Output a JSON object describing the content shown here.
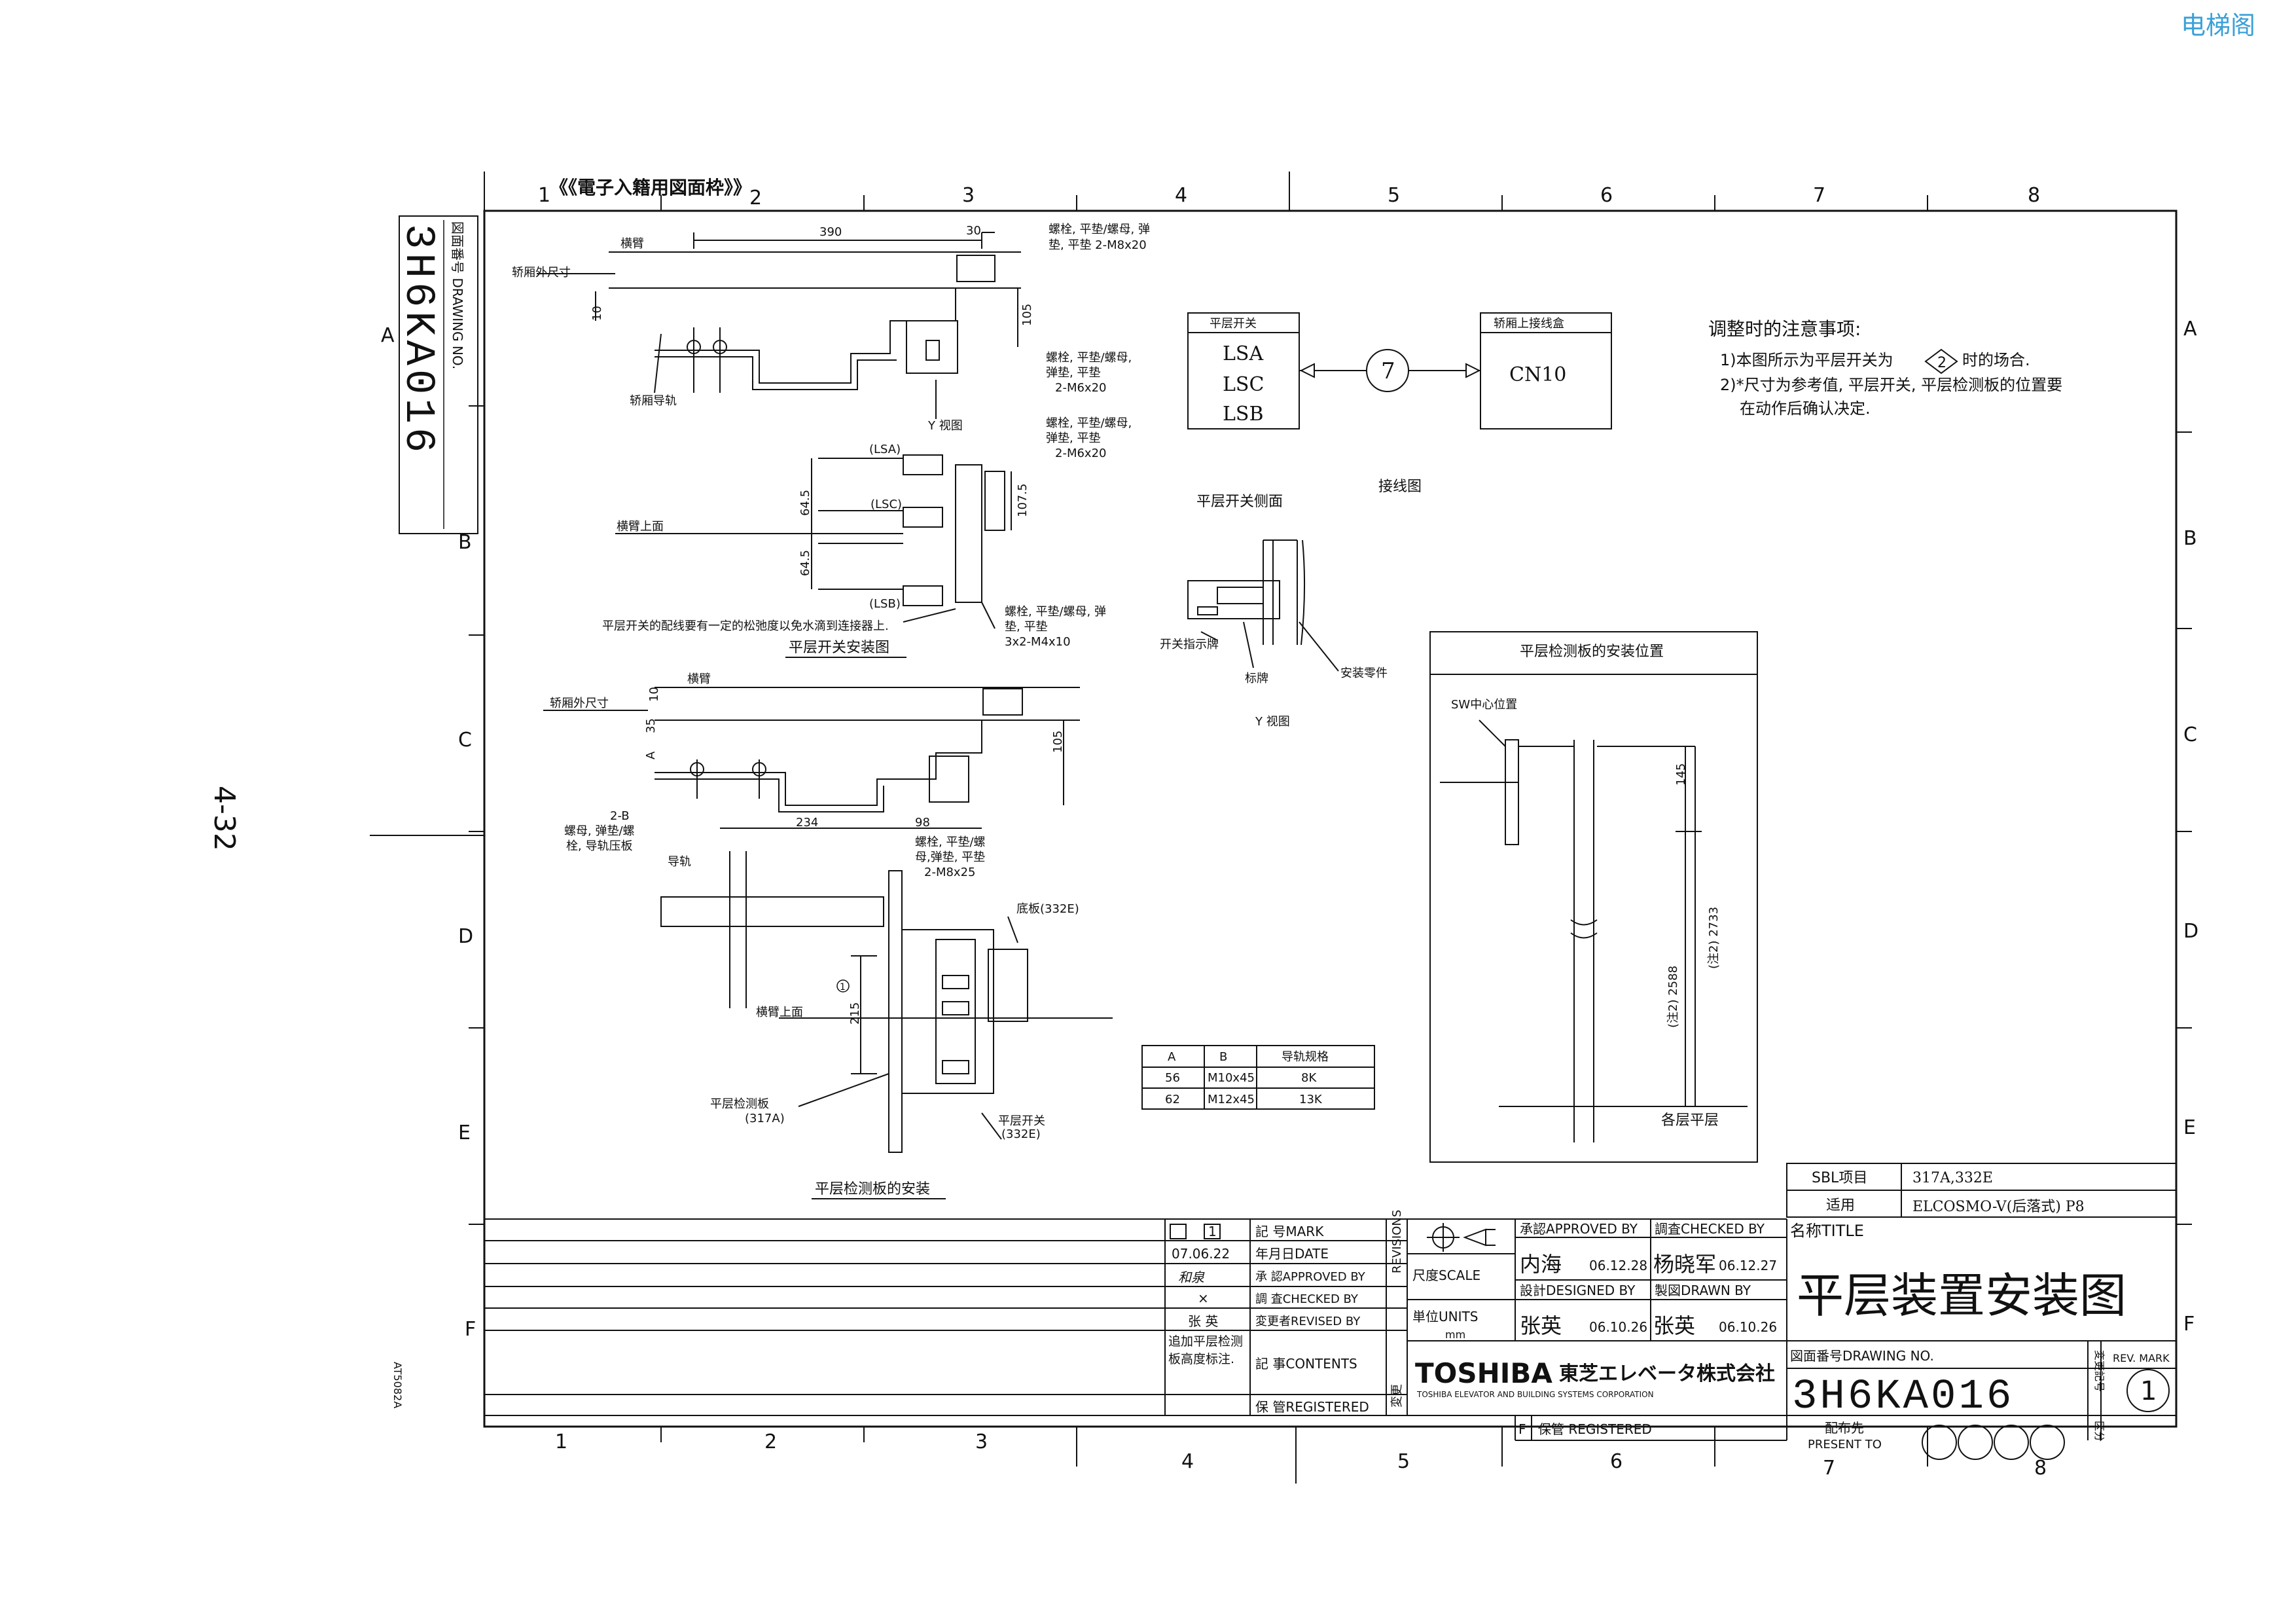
{
  "watermark": "电梯阁",
  "page_number": "4-32",
  "frame_caption": "《《電子入籍用図面枠》》",
  "side_code": "AT5082A",
  "col_labels_top": [
    "1",
    "2",
    "3",
    "4",
    "5",
    "6",
    "7",
    "8"
  ],
  "col_labels_bottom": [
    "1",
    "2",
    "3",
    "4",
    "5",
    "6",
    "7",
    "8"
  ],
  "row_labels": [
    "A",
    "B",
    "C",
    "D",
    "E",
    "F"
  ],
  "vertical_drawing_no": {
    "label": "図面番号 DRAWING NO.",
    "value": "3H6KA016"
  },
  "notes": {
    "title": "调整时的注意事项:",
    "line1_a": "1)本图所示为平层开关为",
    "line1_mark": "2",
    "line1_b": "时的场合.",
    "line2": "2)*尺寸为参考值, 平层开关, 平层检测板的位置要",
    "line3": "在动作后确认决定."
  },
  "wiring": {
    "box1_title": "平层开关",
    "switches": [
      "LSA",
      "LSC",
      "LSB"
    ],
    "cable_no": "7",
    "box2_title": "轿厢上接线盒",
    "connector": "CN10",
    "caption": "接线图"
  },
  "switch_side": {
    "title": "平层开关侧面",
    "indicator": "开关指示牌",
    "plate": "标牌",
    "parts": "安装零件",
    "view": "Y 视图"
  },
  "drawing1": {
    "crossarm": "横臂",
    "car_outer": "轿厢外尺寸",
    "car_rail": "轿厢导轨",
    "dim390": "390",
    "dim30": "30",
    "dim10": "10",
    "dim105": "105",
    "bolt1a": "螺栓, 平垫/螺母, 弹",
    "bolt1b": "垫, 平垫 2-M8x20",
    "bolt2a": "螺栓, 平垫/螺母,",
    "bolt2b": "弹垫, 平垫",
    "bolt2c": "2-M6x20",
    "yview": "Y 视图"
  },
  "drawing2": {
    "lsa": "(LSA)",
    "lsc": "(LSC)",
    "lsb": "(LSB)",
    "top_face": "横臂上面",
    "dim645a": "64.5",
    "dim645b": "64.5",
    "dim1075": "107.5",
    "bolt3a": "螺栓, 平垫/螺母,",
    "bolt3b": "弹垫, 平垫",
    "bolt3c": "2-M6x20",
    "bolt4a": "螺栓, 平垫/螺母, 弹",
    "bolt4b": "垫, 平垫",
    "bolt4c": "3x2-M4x10",
    "wire_note": "平层开关的配线要有一定的松弛度以免水滴到连接器上.",
    "caption": "平层开关安装图"
  },
  "drawing3": {
    "crossarm": "横臂",
    "car_outer": "轿厢外尺寸",
    "dim10": "10",
    "dim35": "35",
    "dimA": "A",
    "dim105": "105",
    "dim234": "234",
    "dim98": "98",
    "nut_a": "2-B",
    "nut_b": "螺母, 弹垫/螺",
    "nut_c": "栓, 导轨压板",
    "rail": "导轨",
    "bolt5a": "螺栓, 平垫/螺",
    "bolt5b": "母,弹垫, 平垫",
    "bolt5c": "2-M8x25",
    "base": "底板(332E)",
    "top_face": "横臂上面",
    "dim215": "215",
    "circ1": "1",
    "plate_a": "平层检测板",
    "plate_b": "(317A)",
    "switch_a": "平层开关",
    "switch_b": "(332E)",
    "caption": "平层检测板的安装"
  },
  "rail_table": {
    "headers": [
      "A",
      "B",
      "导轨规格"
    ],
    "rows": [
      [
        "56",
        "M10x45",
        "8K"
      ],
      [
        "62",
        "M12x45",
        "13K"
      ]
    ]
  },
  "install_pos": {
    "title": "平层检测板的安装位置",
    "sw_center": "SW中心位置",
    "dim145": "145",
    "dim2588": "(注2) 2588",
    "dim2733": "(注2) 2733",
    "floor": "各层平层"
  },
  "sbl": {
    "label1": "SBL项目",
    "value1": "317A,332E",
    "label2": "适用",
    "value2": "ELCOSMO-V(后落式) P8"
  },
  "revision": {
    "mark_cell": "1",
    "date": "07.06.22",
    "approved_sig": "和泉",
    "checked_sig": "×",
    "revised": "张 英",
    "content": "追加平层检测板高度标注.",
    "h_mark": "記 号MARK",
    "h_date": "年月日DATE",
    "h_approved": "承 認APPROVED BY",
    "h_checked": "調 査CHECKED BY",
    "h_revised": "変更者REVISED BY",
    "h_contents": "記 事CONTENTS",
    "h_registered": "保 管REGISTERED",
    "revisions_vertical": "REVISIONS",
    "henko": "変更"
  },
  "title_block": {
    "scale": "尺度SCALE",
    "units": "単位UNITS",
    "units_val": "mm",
    "approved_h": "承認APPROVED BY",
    "approved_name": "内海",
    "approved_date": "06.12.28",
    "checked_h": "調査CHECKED BY",
    "checked_name": "杨晓军",
    "checked_date": "06.12.27",
    "designed_h": "設計DESIGNED BY",
    "designed_name": "张英",
    "designed_date": "06.10.26",
    "drawn_h": "製図DRAWN BY",
    "drawn_name": "张英",
    "drawn_date": "06.10.26",
    "company_logo": "TOSHIBA",
    "company_jp": "東芝エレベータ株式会社",
    "company_en": "TOSHIBA ELEVATOR AND BUILDING SYSTEMS CORPORATION",
    "f_label": "F",
    "registered": "保管 REGISTERED",
    "title_h": "名称TITLE",
    "title": "平层装置安装图",
    "drawing_no_h": "図面番号DRAWING NO.",
    "drawing_no": "3H6KA016",
    "rev_h": "変更記号",
    "rev_mark_h": "REV. MARK",
    "rev_mark": "1",
    "present_h": "配布先",
    "present_en": "PRESENT TO",
    "kubun": "区分"
  }
}
